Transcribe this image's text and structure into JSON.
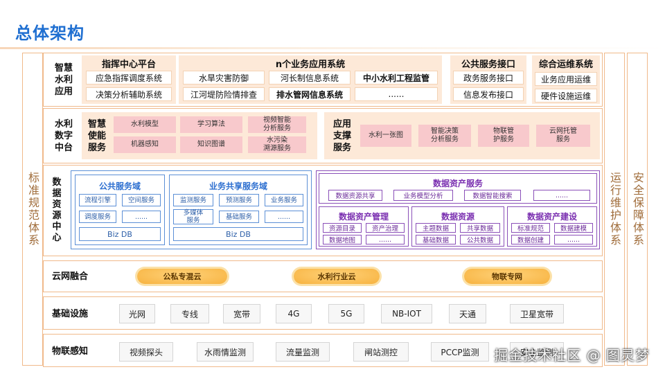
{
  "title": "总体架构",
  "left_side": "标准规范体系",
  "right_side_1": "运行维护体系",
  "right_side_2": "安全保障体系",
  "app_layer": {
    "label": "智慧\n水利\n应用",
    "command": {
      "header": "指挥中心平台",
      "items": [
        "应急指挥调度系统",
        "决策分析辅助系统"
      ]
    },
    "business": {
      "header": "n个业务应用系统",
      "items": [
        "水旱灾害防御",
        "河长制信息系统",
        "中小水利工程监管",
        "江河堤防险情排查",
        "排水管网信息系统",
        "......"
      ]
    },
    "public": {
      "header": "公共服务接口",
      "items": [
        "政务服务接口",
        "信息发布接口"
      ]
    },
    "ops": {
      "header": "综合运维系统",
      "items": [
        "业务应用运维",
        "硬件设施运维"
      ]
    }
  },
  "platform_layer": {
    "label": "水利\n数字\n中台",
    "smart_label": "智慧\n使能\n服务",
    "smart_items": [
      "水利模型",
      "学习算法",
      "视频智能\n分析服务",
      "机器感知",
      "知识图谱",
      "水污染\n溯源服务"
    ],
    "app_label": "应用\n支撑\n服务",
    "app_items": [
      "水利一张图",
      "智能决策\n分析服务",
      "物联管\n护服务",
      "云网托管\n服务"
    ]
  },
  "data_layer": {
    "label": "数\n据\n资\n源\n中\n心",
    "public_domain": {
      "header": "公共服务域",
      "items": [
        "流程引擎",
        "空间服务",
        "调度服务",
        "......"
      ],
      "db": "Biz DB"
    },
    "shared_domain": {
      "header": "业务共享服务域",
      "items": [
        "监测服务",
        "预测服务",
        "业务服务",
        "多媒体\n服务",
        "基础服务",
        "......"
      ],
      "db": "Biz DB"
    },
    "asset_service": {
      "header": "数据资产服务",
      "items": [
        "数据资源共享",
        "业务模型分析",
        "数据智能搜索",
        "......"
      ]
    },
    "asset_mgmt": {
      "header": "数据资产管理",
      "items": [
        "资源目录",
        "资产治理",
        "数据地图",
        "......"
      ]
    },
    "resource": {
      "header": "数据资源",
      "items": [
        "主题数据",
        "共享数据",
        "基础数据",
        "公共数据"
      ]
    },
    "asset_build": {
      "header": "数据资产建设",
      "items": [
        "标准规范",
        "数据建模",
        "数据创建",
        "......"
      ]
    }
  },
  "cloud_layer": {
    "label": "云网融合",
    "items": [
      "公私专混云",
      "水利行业云",
      "物联专网"
    ]
  },
  "infra_layer": {
    "label": "基础设施",
    "items": [
      "光网",
      "专线",
      "宽带",
      "4G",
      "5G",
      "NB-IOT",
      "天通",
      "卫星宽带"
    ]
  },
  "iot_layer": {
    "label": "物联感知",
    "items": [
      "视频探头",
      "水雨情监测",
      "流量监测",
      "闸站测控",
      "PCCP监测",
      "安全监测"
    ]
  },
  "watermark": "掘金技术社区 @ 图灵梦"
}
